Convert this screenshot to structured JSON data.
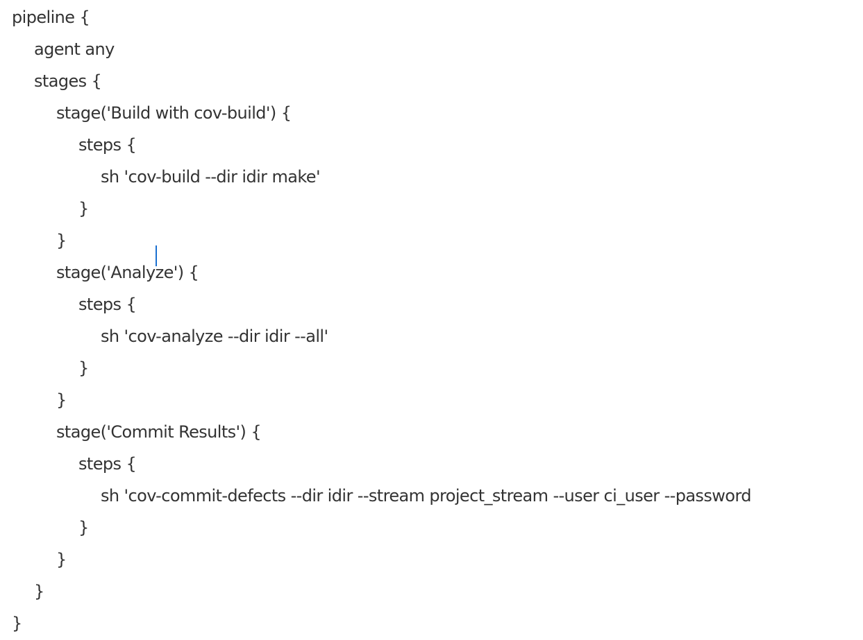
{
  "editor": {
    "lines": [
      "pipeline {",
      "agent any",
      "stages {",
      "stage('Build with cov-build') {",
      "steps {",
      "sh 'cov-build --dir idir make'",
      "}",
      "}",
      "stage('Analyze') {",
      "steps {",
      "sh 'cov-analyze --dir idir --all'",
      "}",
      "}",
      "stage('Commit Results') {",
      "steps {",
      "sh 'cov-commit-defects --dir idir --stream project_stream --user ci_user --password",
      "}",
      "}",
      "}",
      "}"
    ],
    "caret_line_before": "stage('Analy",
    "caret_line_after": "ze') {"
  }
}
